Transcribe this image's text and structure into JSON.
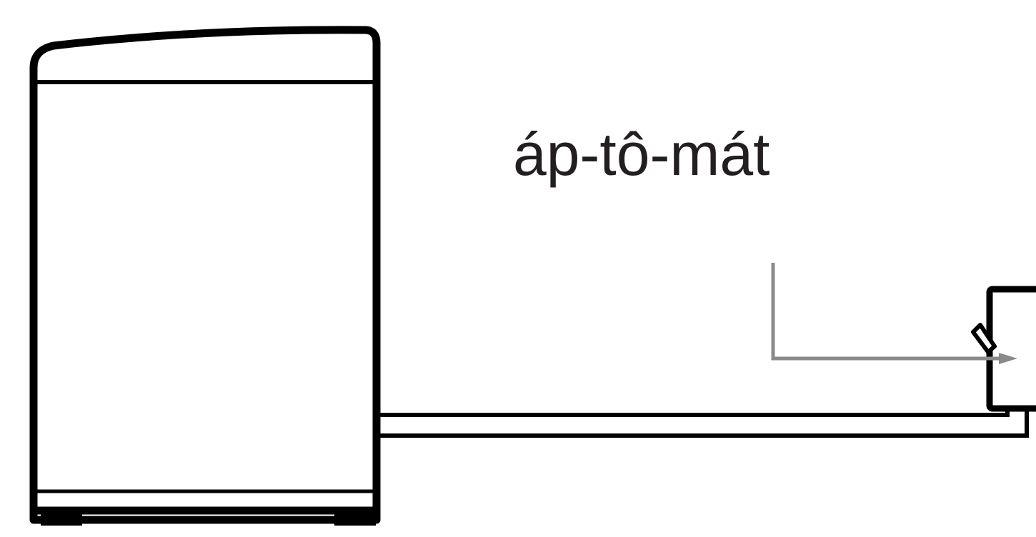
{
  "diagram": {
    "breaker_label": "áp-tô-mát",
    "colors": {
      "outline": "#000000",
      "pointer": "#8a8a8a",
      "text": "#231f20",
      "background": "#ffffff"
    },
    "parts": {
      "appliance": "washing-machine",
      "connection": "power-cord",
      "device": "circuit-breaker",
      "indicator": "pointer-arrow"
    }
  }
}
